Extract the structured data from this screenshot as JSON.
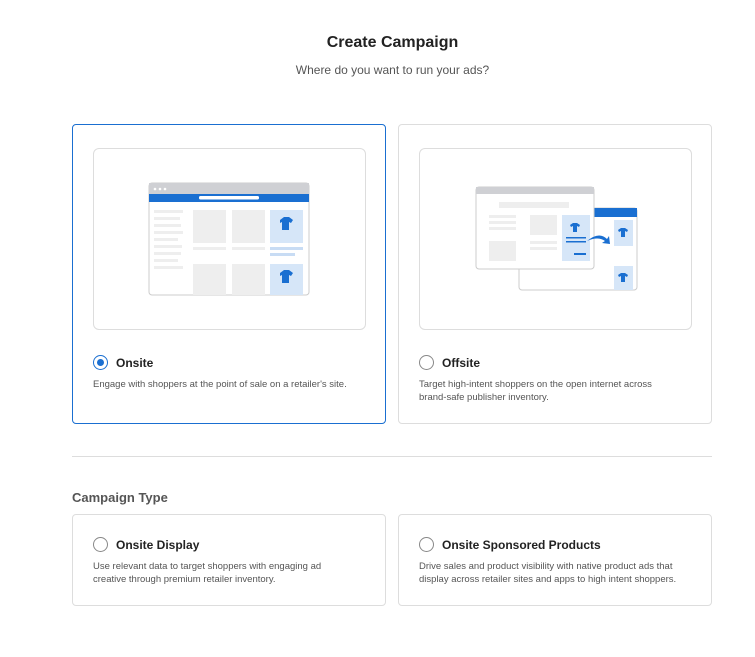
{
  "header": {
    "title": "Create Campaign",
    "subtitle": "Where do you want to run your ads?"
  },
  "placements": [
    {
      "label": "Onsite",
      "description": "Engage with shoppers at the point of sale on a retailer's site.",
      "selected": true
    },
    {
      "label": "Offsite",
      "description": "Target high-intent shoppers on the open internet across brand-safe publisher inventory.",
      "selected": false
    }
  ],
  "campaign_type": {
    "heading": "Campaign Type",
    "options": [
      {
        "label": "Onsite Display",
        "description": "Use relevant data to target shoppers with engaging ad creative through premium retailer inventory.",
        "selected": false
      },
      {
        "label": "Onsite Sponsored Products",
        "description": "Drive sales and product visibility with native product ads that display across retailer sites and apps to high intent shoppers.",
        "selected": false
      }
    ]
  },
  "colors": {
    "accent": "#1a6fd1",
    "border": "#dddddd"
  }
}
